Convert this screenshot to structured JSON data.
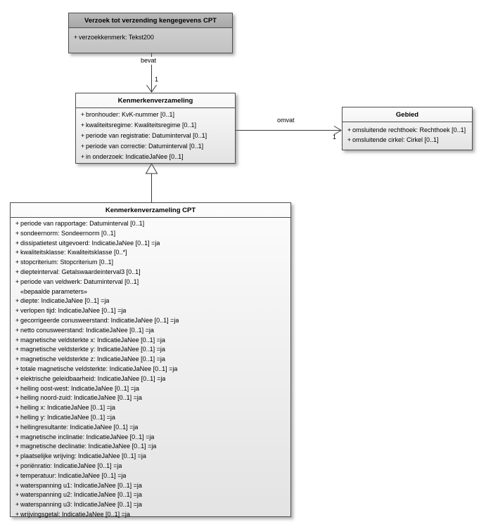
{
  "symbols": {
    "visibility_public": "+"
  },
  "colors": {
    "background": "#ffffff",
    "box_border": "#4d4d4d",
    "box_fill_light": "#f0f0f0",
    "box_fill_dark": "#c2c2c2"
  },
  "classes": {
    "verzoek": {
      "title": "Verzoek tot verzending kengegevens CPT",
      "attributes": [
        "verzoekkenmerk: Tekst200"
      ]
    },
    "kenmerkenverzameling": {
      "title": "Kenmerkenverzameling",
      "attributes": [
        "bronhouder: KvK-nummer [0..1]",
        "kwaliteitsregime: Kwaliteitsregime [0..1]",
        "periode van registratie: Datuminterval [0..1]",
        "periode van correctie: Datuminterval [0..1]",
        "in onderzoek: IndicatieJaNee [0..1]"
      ]
    },
    "gebied": {
      "title": "Gebied",
      "attributes": [
        "omsluitende rechthoek: Rechthoek [0..1]",
        "omsluitende cirkel: Cirkel [0..1]"
      ]
    },
    "cpt": {
      "title": "Kenmerkenverzameling CPT",
      "attributes_main": [
        "periode van rapportage: Datuminterval [0..1]",
        "sondeernorm: Sondeernorm [0..1]",
        "dissipatietest uitgevoerd: IndicatieJaNee [0..1] =ja",
        "kwaliteitsklasse: Kwaliteitsklasse [0..*]",
        "stopcriterium: Stopcriterium [0..1]",
        "diepteinterval: Getalswaardeinterval3 [0..1]",
        "periode van veldwerk: Datuminterval [0..1]"
      ],
      "stereotype": "«bepaalde parameters»",
      "attributes_parameters": [
        "diepte: IndicatieJaNee [0..1] =ja",
        "verlopen tijd: IndicatieJaNee [0..1] =ja",
        "gecorrigeerde conusweerstand: IndicatieJaNee [0..1] =ja",
        "netto conusweerstand: IndicatieJaNee [0..1] =ja",
        "magnetische veldsterkte x: IndicatieJaNee [0..1] =ja",
        "magnetische veldsterkte y: IndicatieJaNee [0..1] =ja",
        "magnetische veldsterkte z: IndicatieJaNee [0..1] =ja",
        "totale magnetische veldsterkte: IndicatieJaNee [0..1] =ja",
        "elektrische geleidbaarheid: IndicatieJaNee [0..1] =ja",
        "helling oost-west: IndicatieJaNee [0..1] =ja",
        "helling noord-zuid: IndicatieJaNee [0..1] =ja",
        "helling x: IndicatieJaNee [0..1] =ja",
        "helling y: IndicatieJaNee [0..1] =ja",
        "hellingresultante: IndicatieJaNee [0..1] =ja",
        "magnetische inclinatie: IndicatieJaNee [0..1] =ja",
        "magnetische declinatie: IndicatieJaNee [0..1] =ja",
        "plaatselijke wrijving: IndicatieJaNee [0..1] =ja",
        "poriënratio: IndicatieJaNee [0..1] =ja",
        "temperatuur: IndicatieJaNee [0..1] =ja",
        "waterspanning u1: IndicatieJaNee [0..1] =ja",
        "waterspanning u2: IndicatieJaNee [0..1] =ja",
        "waterspanning u3: IndicatieJaNee [0..1] =ja",
        "wrijvingsgetal: IndicatieJaNee [0..1] =ja"
      ]
    }
  },
  "connectors": {
    "bevat": {
      "label": "bevat",
      "target_multiplicity": "1"
    },
    "omvat": {
      "label": "omvat",
      "target_multiplicity": "1"
    }
  }
}
